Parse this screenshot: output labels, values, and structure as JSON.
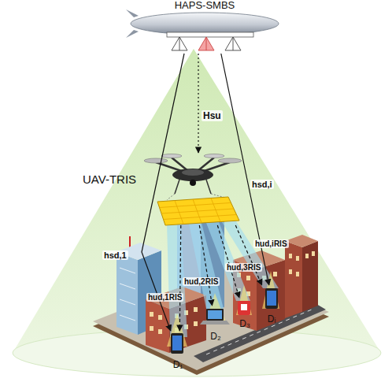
{
  "diagram": {
    "nodes": [
      {
        "text": [
          "HAPS-SMBS"
        ]
      },
      {
        "text": [
          "UAV-TRIS"
        ]
      },
      {
        "text": [
          "D₁"
        ]
      },
      {
        "text": [
          "D₂"
        ]
      },
      {
        "text": [
          "D₃"
        ]
      },
      {
        "text": [
          "Dᵢ"
        ]
      }
    ],
    "edges": [
      {
        "from": 0,
        "to": 1,
        "label": "Hsu",
        "arrow": "to"
      },
      {
        "from": 0,
        "to": 5,
        "label": "hsd,i",
        "arrow": "to"
      },
      {
        "from": 0,
        "to": 2,
        "label": "hsd,1",
        "arrow": "to"
      },
      {
        "from": 1,
        "to": 2,
        "label": "hud,1RIS",
        "arrow": "to"
      },
      {
        "from": 1,
        "to": 3,
        "label": "hud,2RIS",
        "arrow": "to"
      },
      {
        "from": 1,
        "to": 4,
        "label": "hud,3RIS",
        "arrow": "to"
      },
      {
        "from": 1,
        "to": 5,
        "label": "hud,iRIS",
        "arrow": "to"
      }
    ]
  }
}
